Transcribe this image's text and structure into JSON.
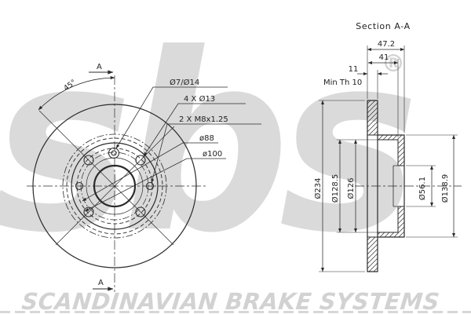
{
  "watermark": {
    "logo": "sbs",
    "registered": "®",
    "footer": "SCANDINAVIAN BRAKE SYSTEMS"
  },
  "front_view": {
    "section_marker_top": "A",
    "section_marker_bottom": "A",
    "angle_label": "45°",
    "callouts": {
      "pilot_hole": "Ø7/Ø14",
      "bolt_holes": "4 X Ø13",
      "set_screws": "2 X M8x1.25",
      "circle_88": "ø88",
      "circle_100": "ø100"
    }
  },
  "section_view": {
    "title": "Section A-A",
    "dims": {
      "total_width": "47.2",
      "hat_depth": "41",
      "disc_thickness": "11",
      "min_thickness_note": "Min Th 10",
      "outer_diameter": "Ø234",
      "hat_outer_diameter": "Ø128.5",
      "hat_inner_diameter": "Ø126",
      "bore_diameter": "Ø56.1",
      "flange_diameter": "Ø138.9"
    }
  },
  "colors": {
    "line": "#2b2b2b",
    "dimension": "#333333",
    "watermark": "#dadada",
    "footer_text": "#d2d2d2"
  }
}
